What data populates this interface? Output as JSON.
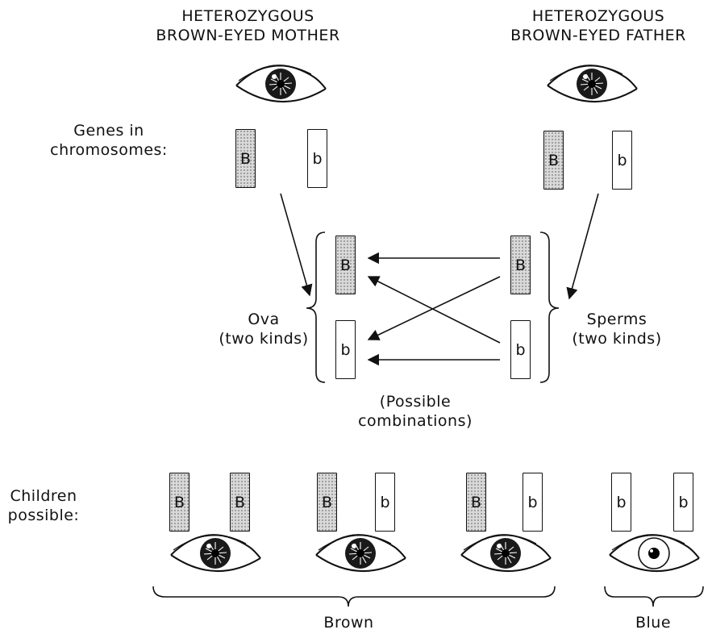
{
  "mother": {
    "title_line1": "HETEROZYGOUS",
    "title_line2": "BROWN-EYED MOTHER"
  },
  "father": {
    "title_line1": "HETEROZYGOUS",
    "title_line2": "BROWN-EYED FATHER"
  },
  "genes_label": {
    "line1": "Genes in",
    "line2": "chromosomes:"
  },
  "ova_label": {
    "line1": "Ova",
    "line2": "(two kinds)"
  },
  "sperms_label": {
    "line1": "Sperms",
    "line2": "(two kinds)"
  },
  "combinations_label": {
    "line1": "(Possible",
    "line2": "combinations)"
  },
  "children_label": {
    "line1": "Children",
    "line2": "possible:"
  },
  "alleles": {
    "dominant": "B",
    "recessive": "b"
  },
  "outcomes": {
    "brown": "Brown",
    "blue": "Blue"
  },
  "icons": [
    "brown-eye-icon",
    "blue-eye-icon"
  ]
}
